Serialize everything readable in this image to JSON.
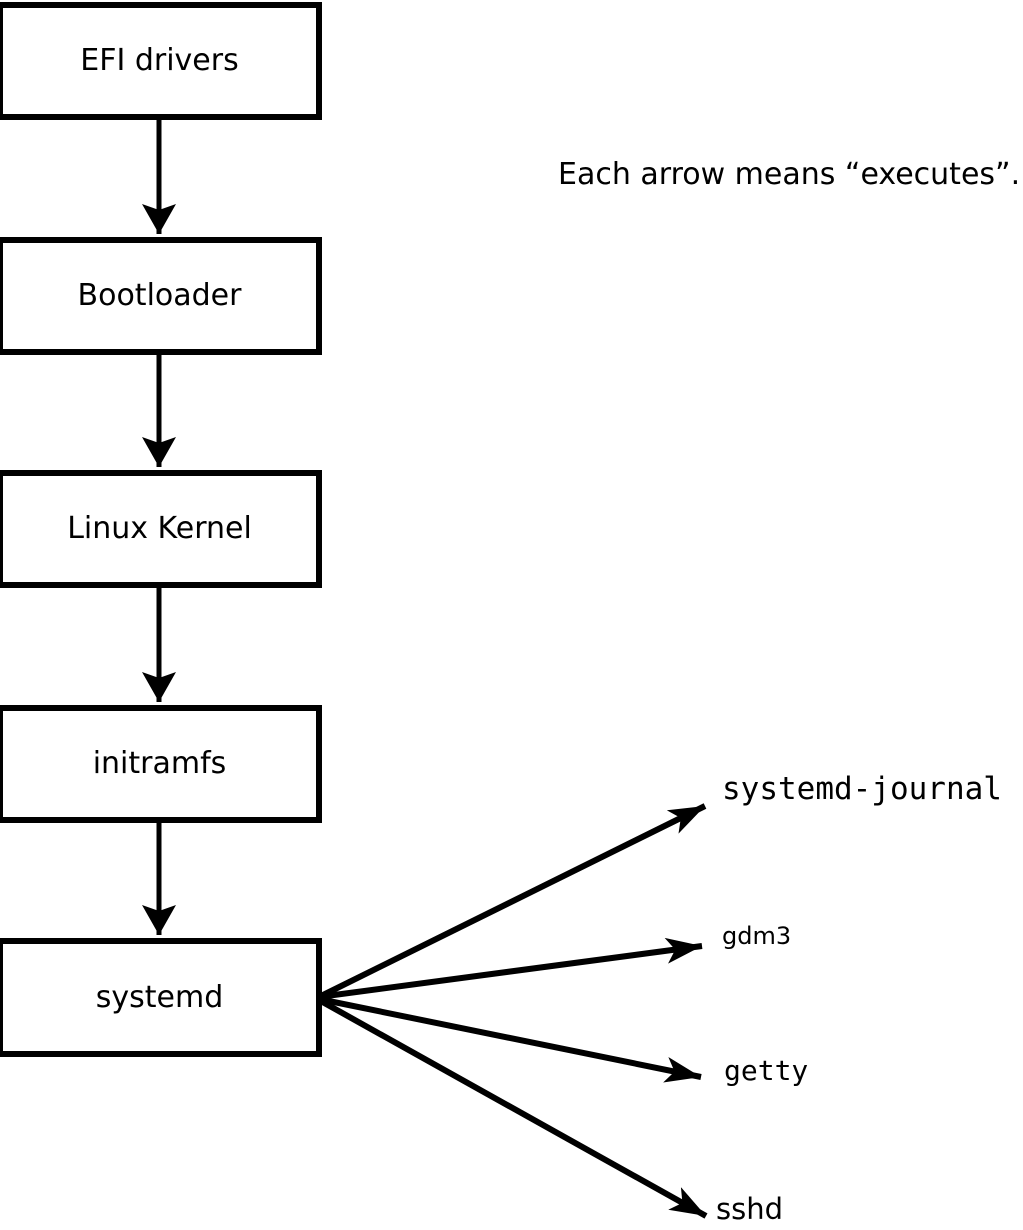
{
  "diagram": {
    "note": "Each arrow means “executes”.",
    "chain": [
      {
        "id": "efi-drivers",
        "label": "EFI drivers"
      },
      {
        "id": "bootloader",
        "label": "Bootloader"
      },
      {
        "id": "linux-kernel",
        "label": "Linux Kernel"
      },
      {
        "id": "initramfs",
        "label": "initramfs"
      },
      {
        "id": "systemd",
        "label": "systemd"
      }
    ],
    "spawned": [
      {
        "id": "systemd-journal",
        "label": "systemd-journal"
      },
      {
        "id": "gdm3",
        "label": "gdm3"
      },
      {
        "id": "getty",
        "label": "getty"
      },
      {
        "id": "sshd",
        "label": "sshd"
      }
    ],
    "colors": {
      "line": "#000000",
      "background": "#ffffff"
    }
  }
}
